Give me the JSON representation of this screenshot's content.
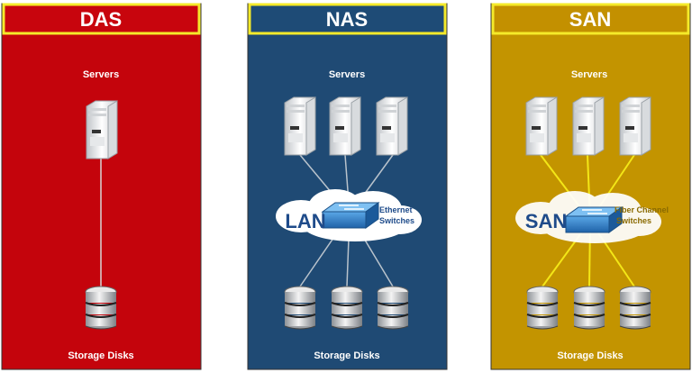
{
  "panels": {
    "das": {
      "title": "DAS",
      "servers_label": "Servers",
      "storage_label": "Storage Disks"
    },
    "nas": {
      "title": "NAS",
      "servers_label": "Servers",
      "storage_label": "Storage Disks",
      "network_label": "LAN",
      "switch_label_1": "Ethernet",
      "switch_label_2": "Switches"
    },
    "san": {
      "title": "SAN",
      "servers_label": "Servers",
      "storage_label": "Storage Disks",
      "network_label": "SAN",
      "switch_label_1": "Fiber Channel",
      "switch_label_2": "Switches"
    }
  },
  "colors": {
    "das": "#c4040c",
    "nas": "#1f4a74",
    "san": "#c39400",
    "title_border": "#f5ea2a",
    "san_links": "#f3e617"
  }
}
